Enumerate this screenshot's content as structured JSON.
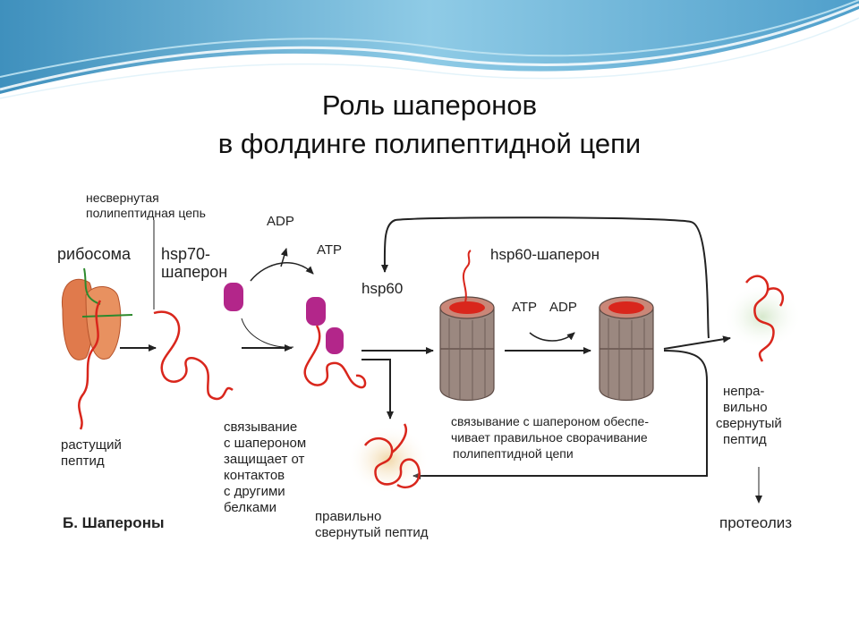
{
  "slide": {
    "title_line1": "Роль шаперонов",
    "title_line2": "в фолдинге полипептидной цепи"
  },
  "diagram": {
    "labels": {
      "unfolded_1": "несвернутая",
      "unfolded_2": "полипептидная цепь",
      "ribosome": "рибосома",
      "hsp70_1": "hsp70-",
      "hsp70_2": "шаперон",
      "adp_top": "ADP",
      "atp_top": "ATP",
      "hsp60": "hsp60",
      "hsp60_chaperone": "hsp60-шаперон",
      "atp_mid": "ATP",
      "adp_mid": "ADP",
      "growing_1": "растущий",
      "growing_2": "пептид",
      "binding_1": "связывание",
      "binding_2": "с шапероном",
      "binding_3": "защищает от",
      "binding_4": "контактов",
      "binding_5": "с другими",
      "binding_6": "белками",
      "hsp60_note_1": "связывание с шапероном обеспе-",
      "hsp60_note_2": "чивает правильное сворачивание",
      "hsp60_note_3": "полипептидной цепи",
      "misfolded_1": "непра-",
      "misfolded_2": "вильно",
      "misfolded_3": "свернутый",
      "misfolded_4": "пептид",
      "correct_1": "правильно",
      "correct_2": "свернутый пептид",
      "proteolysis": "протеолиз",
      "section": "Б. Шапероны"
    }
  },
  "colors": {
    "background_wave": "#5aa9cf",
    "peptide": "#d9261c",
    "ribosome": "#e07a4c",
    "hsp70": "#b3268a",
    "barrel": "#9b8880",
    "arrow": "#222222"
  }
}
